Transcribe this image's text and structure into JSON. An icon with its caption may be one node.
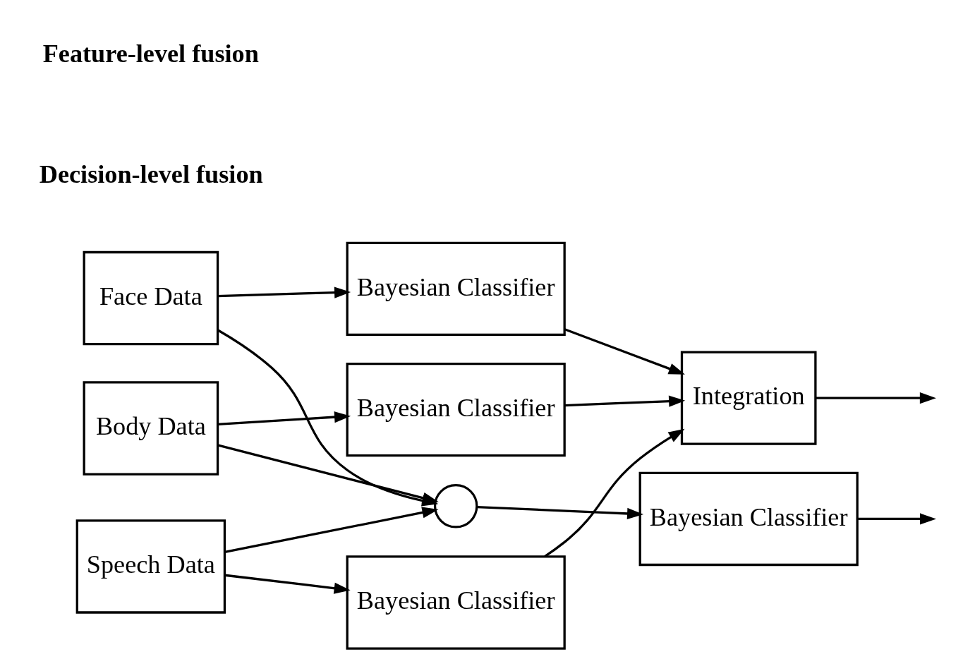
{
  "diagram": {
    "nodes": [
      {
        "text": [
          "Face Data"
        ]
      },
      {
        "text": [
          "Body Data"
        ]
      },
      {
        "text": [
          "Speech Data"
        ]
      },
      {
        "text": [
          "Bayesian Classifier"
        ]
      },
      {
        "text": [
          "Bayesian Classifier"
        ]
      },
      {
        "text": [
          "Bayesian Classifier"
        ]
      },
      {
        "text": [
          "Bayesian Classifier"
        ]
      },
      {
        "text": [
          "Integration"
        ]
      },
      {
        "text": [],
        "shape": "circle"
      }
    ],
    "edges": [
      {
        "from": 0,
        "to": 3,
        "arrow": "to"
      },
      {
        "from": 1,
        "to": 4,
        "arrow": "to"
      },
      {
        "from": 2,
        "to": 5,
        "arrow": "to"
      },
      {
        "from": 0,
        "to": 8,
        "arrow": "to"
      },
      {
        "from": 1,
        "to": 8,
        "arrow": "to"
      },
      {
        "from": 2,
        "to": 8,
        "arrow": "to"
      },
      {
        "from": 8,
        "to": 6,
        "arrow": "to"
      },
      {
        "from": 3,
        "to": 7,
        "arrow": "to"
      },
      {
        "from": 4,
        "to": 7,
        "arrow": "to"
      },
      {
        "from": 5,
        "to": 7,
        "arrow": "to"
      },
      {
        "from": 7,
        "to": null,
        "arrow": "to"
      },
      {
        "from": 6,
        "to": null,
        "arrow": "to"
      }
    ],
    "labels": [
      "Decision-level fusion",
      "Feature-level fusion"
    ]
  }
}
